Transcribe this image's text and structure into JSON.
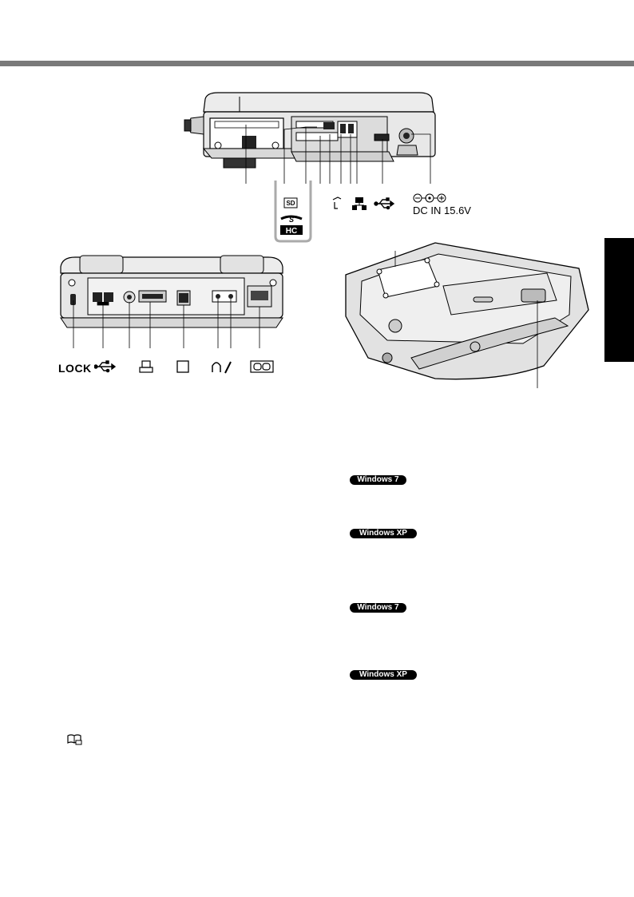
{
  "right_side_labels": {
    "dc_in": "DC IN 15.6V"
  },
  "rear_labels": {
    "lock": "LOCK"
  },
  "os_badges": [
    "Windows 7",
    "Windows XP",
    "Windows 7",
    "Windows XP"
  ],
  "icons": {
    "sd_card": "sd-icon",
    "sdhc_logo": "sdhc-logo-icon",
    "modem": "modem-icon",
    "lan": "lan-icon",
    "usb": "usb-icon",
    "dc_polarity": "dc-polarity-icon",
    "printer": "printer-icon",
    "display": "external-display-icon",
    "headphone": "headphone-icon",
    "microphone": "microphone-icon",
    "serial": "serial-port-icon",
    "manual": "reference-manual-icon"
  },
  "colors": {
    "header_bar": "#7a7a7a",
    "side_tab": "#000000",
    "badge_bg": "#000000",
    "badge_text": "#ffffff"
  }
}
